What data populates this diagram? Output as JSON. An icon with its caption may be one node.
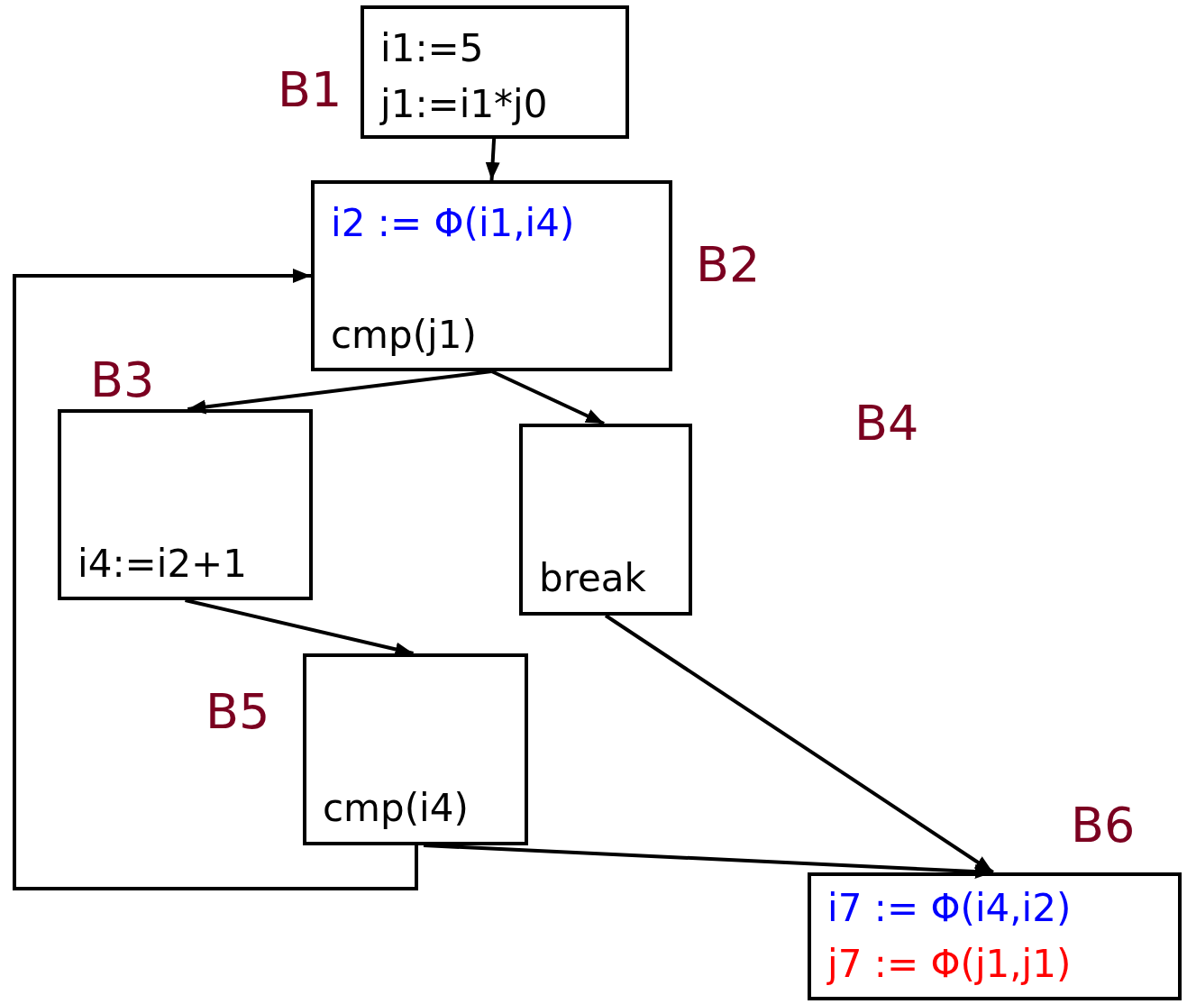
{
  "diagram": {
    "nodes": [
      {
        "text": [
          "i1:=5",
          "j1:=i1*j0"
        ],
        "beside": [
          "B1"
        ]
      },
      {
        "text": [
          "i2 := Φ(i1,i4)",
          "cmp(j1)"
        ],
        "beside": [
          "B2"
        ]
      },
      {
        "text": [
          "i4:=i2+1"
        ],
        "beside": [
          "B3"
        ]
      },
      {
        "text": [
          "break"
        ],
        "beside": [
          "B4"
        ]
      },
      {
        "text": [
          "cmp(i4)"
        ],
        "beside": [
          "B5"
        ]
      },
      {
        "text": [
          "i7 := Φ(i4,i2)",
          "j7 := Φ(j1,j1)"
        ],
        "beside": [
          "B6"
        ]
      }
    ],
    "edges": [
      {
        "from": 0,
        "to": 1,
        "arrow": "to"
      },
      {
        "from": 1,
        "to": 2,
        "arrow": "to"
      },
      {
        "from": 1,
        "to": 3,
        "arrow": "to"
      },
      {
        "from": 2,
        "to": 4,
        "arrow": "to"
      },
      {
        "from": 4,
        "to": 1,
        "arrow": "to"
      },
      {
        "from": 3,
        "to": 5,
        "arrow": "to"
      },
      {
        "from": 4,
        "to": 5,
        "arrow": "to"
      }
    ]
  }
}
